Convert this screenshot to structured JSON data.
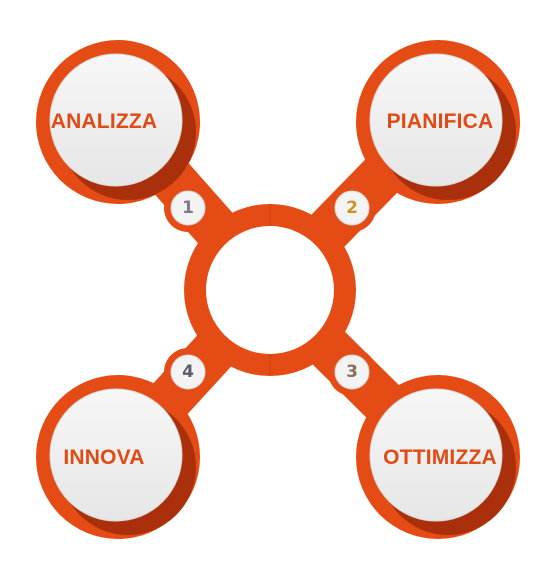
{
  "colors": {
    "ring": "#e54b14",
    "ring_shadow": "#a9300a",
    "disc": "#f1f1f1",
    "disc_edge": "#d9d9d9",
    "label": "#e04a14"
  },
  "steps": [
    {
      "number": "1",
      "label": "ANALIZZA",
      "number_color": "#7d7d8c"
    },
    {
      "number": "2",
      "label": "PIANIFICA",
      "number_color": "#c9962a"
    },
    {
      "number": "3",
      "label": "OTTIMIZZA",
      "number_color": "#8a6f5e"
    },
    {
      "number": "4",
      "label": "INNOVA",
      "number_color": "#5e5e6a"
    }
  ]
}
